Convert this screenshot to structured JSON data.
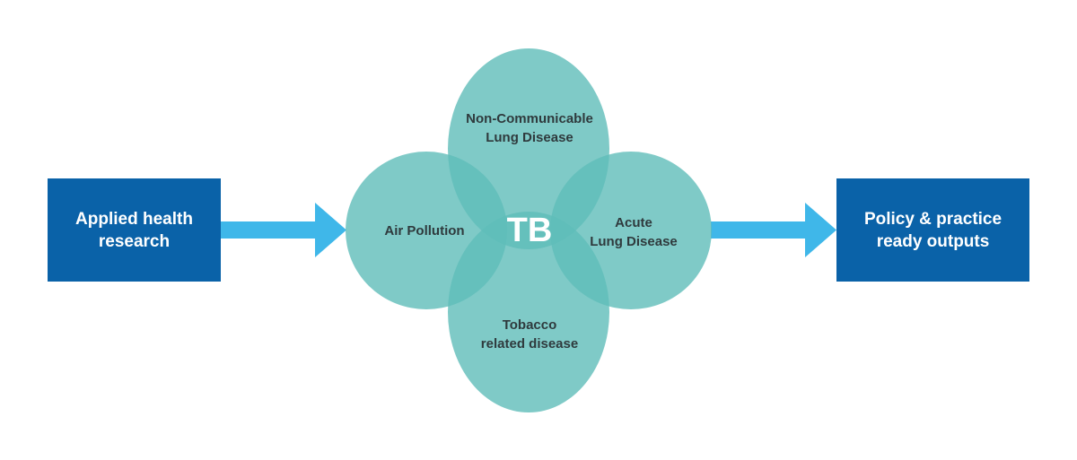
{
  "left_box": {
    "text": "Applied health\nresearch"
  },
  "right_box": {
    "text": "Policy & practice\nready outputs"
  },
  "venn": {
    "center": "TB",
    "top": "Non-Communicable\nLung Disease",
    "left": "Air Pollution",
    "right": "Acute\nLung Disease",
    "bottom": "Tobacco\nrelated disease"
  },
  "colors": {
    "box": "#0a62a8",
    "arrow": "#3fb7e9",
    "circle": "#5fbdb9",
    "text_dark": "#2f3a3d"
  }
}
